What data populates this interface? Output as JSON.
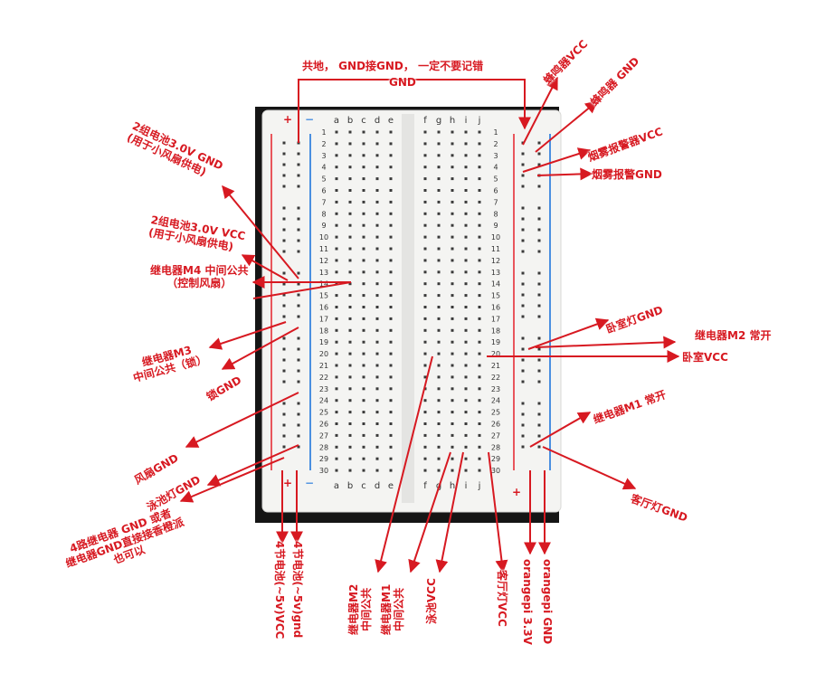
{
  "breadboard": {
    "columns_left": [
      "a",
      "b",
      "c",
      "d",
      "e"
    ],
    "columns_right": [
      "f",
      "g",
      "h",
      "i",
      "j"
    ],
    "row_numbers": [
      "1",
      "2",
      "3",
      "4",
      "5",
      "6",
      "7",
      "8",
      "9",
      "10",
      "11",
      "12",
      "13",
      "14",
      "15",
      "16",
      "17",
      "18",
      "19",
      "20",
      "21",
      "22",
      "23",
      "24",
      "25",
      "26",
      "27",
      "28",
      "29",
      "30"
    ],
    "plus_sign": "+",
    "minus_sign": "−",
    "colors": {
      "frame": "#151515",
      "board": "#f4f4f2",
      "hole": "#3a3a3a",
      "red_rail": "#e8565c",
      "blue_rail": "#4a8fe0",
      "arrow": "#d71921"
    }
  },
  "labels": {
    "common_ground": "共地， GND接GND， 一定不要记错",
    "common_ground_gnd": "GND",
    "buzzer_vcc": "蜂鸣器VCC",
    "buzzer_gnd": "蜂鸣器 GND",
    "smoke_vcc": "烟雾报警器VCC",
    "smoke_gnd": "烟雾报警GND",
    "battery_gnd_line1": "2组电池3.0V GND",
    "battery_gnd_line2": "(用于小风扇供电)",
    "battery_vcc_line1": "2组电池3.0V VCC",
    "battery_vcc_line2": "(用于小风扇供电)",
    "relay_m4_line1": "继电器M4 中间公共",
    "relay_m4_line2": "（控制风扇）",
    "relay_m3_line1": "继电器M3",
    "relay_m3_line2": "中间公共（锁）",
    "lock_gnd": "锁GND",
    "fan_gnd": "风扇GND",
    "pool_light_gnd": "泳池灯GND",
    "relay4_gnd_line1": "4路继电器 GND 或者",
    "relay4_gnd_line2": "继电器GND直接接香橙派",
    "relay4_gnd_line3": "也可以",
    "bedroom_light_gnd": "卧室灯GND",
    "relay_m2_nc": "继电器M2 常开",
    "bedroom_vcc": "卧室VCC",
    "relay_m1_nc": "继电器M1 常开",
    "living_light_gnd": "客厅灯GND",
    "battery4_vcc": "4节电池(~5v)VCC",
    "battery4_gnd": "4节电池(~5v)gnd",
    "relay_m2_common_line1": "继电器M2",
    "relay_m2_common_line2": "中间公共",
    "relay_m1_common_line1": "继电器M1",
    "relay_m1_common_line2": "中间公共",
    "pool_vcc": "泳池VCC",
    "living_light_vcc": "客厅灯VCC",
    "orangepi_33v": "orangepi 3.3V",
    "orangepi_gnd": "orangepi GND"
  }
}
